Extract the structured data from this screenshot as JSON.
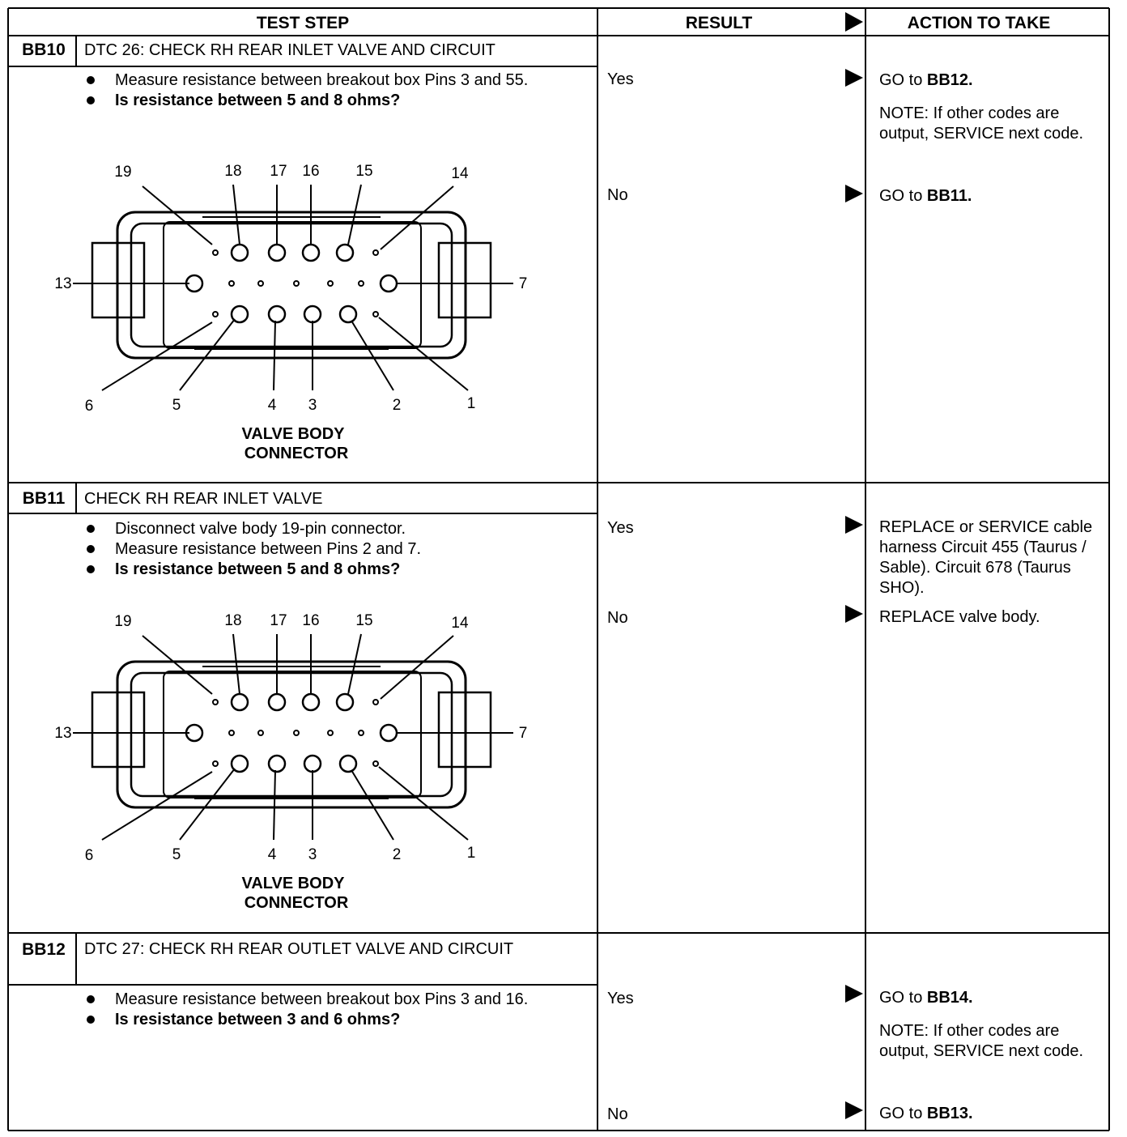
{
  "header": {
    "test_step": "TEST STEP",
    "result": "RESULT",
    "action": "ACTION TO TAKE"
  },
  "steps": [
    {
      "id": "BB10",
      "title": "DTC 26: CHECK RH REAR INLET VALVE AND CIRCUIT",
      "bullets": [
        "Measure resistance between breakout box Pins 3 and 55.",
        "Is resistance between 5 and 8 ohms?"
      ],
      "results": [
        {
          "label": "Yes",
          "action_prefix": "GO to ",
          "action_ref": "BB12.",
          "note": "NOTE: If other codes are output, SERVICE next code."
        },
        {
          "label": "No",
          "action_prefix": "GO to ",
          "action_ref": "BB11."
        }
      ]
    },
    {
      "id": "BB11",
      "title": "CHECK RH REAR INLET VALVE",
      "bullets": [
        "Disconnect valve body 19-pin connector.",
        "Measure resistance between Pins 2 and 7.",
        "Is resistance between 5 and 8 ohms?"
      ],
      "results": [
        {
          "label": "Yes",
          "action_text": "REPLACE or SERVICE cable harness Circuit 455 (Taurus / Sable). Circuit 678 (Taurus SHO)."
        },
        {
          "label": "No",
          "action_text": "REPLACE valve body."
        }
      ]
    },
    {
      "id": "BB12",
      "title": "DTC 27: CHECK RH REAR OUTLET VALVE AND CIRCUIT",
      "bullets": [
        "Measure resistance between breakout box Pins 3 and 16.",
        "Is resistance between 3 and 6 ohms?"
      ],
      "results": [
        {
          "label": "Yes",
          "action_prefix": "GO to ",
          "action_ref": "BB14.",
          "note": "NOTE: If other codes are output, SERVICE next code."
        },
        {
          "label": "No",
          "action_prefix": "GO to ",
          "action_ref": "BB13."
        }
      ]
    }
  ],
  "diagram": {
    "caption_line1": "VALVE BODY",
    "caption_line2": "CONNECTOR",
    "pin_labels": [
      "1",
      "2",
      "3",
      "4",
      "5",
      "6",
      "7",
      "13",
      "14",
      "15",
      "16",
      "17",
      "18",
      "19"
    ]
  }
}
